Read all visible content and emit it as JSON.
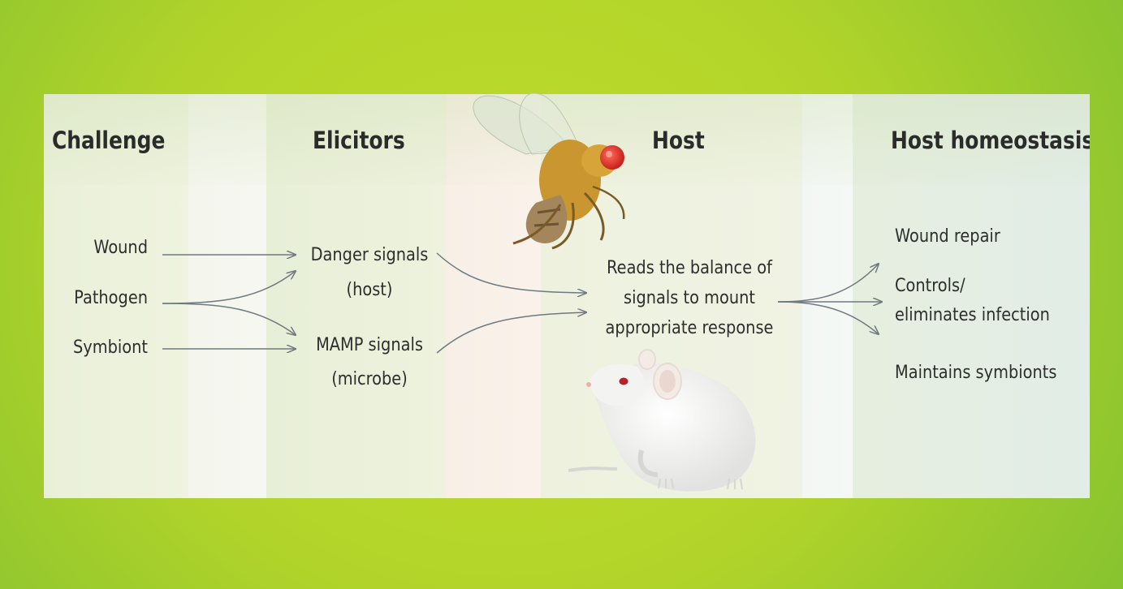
{
  "colors": {
    "background_green": "#9ccc2e",
    "panel": "#eef2e0",
    "text": "#2e2e2e",
    "arrow": "#6f7a80"
  },
  "headers": {
    "challenge": "Challenge",
    "elicitors": "Elicitors",
    "host": "Host",
    "homeostasis": "Host homeostasis"
  },
  "challenges": {
    "wound": "Wound",
    "pathogen": "Pathogen",
    "symbiont": "Symbiont"
  },
  "elicitors": {
    "danger_line1": "Danger signals",
    "danger_line2": "(host)",
    "mamp_line1": "MAMP signals",
    "mamp_line2": "(microbe)"
  },
  "host": {
    "line1": "Reads the balance of",
    "line2": "signals to mount",
    "line3": "appropriate response"
  },
  "outcomes": {
    "wound_repair": "Wound repair",
    "controls_line1": "Controls/",
    "controls_line2": "eliminates infection",
    "maintains": "Maintains symbionts"
  },
  "illustrations": [
    "fruit-fly-icon",
    "mouse-icon"
  ]
}
